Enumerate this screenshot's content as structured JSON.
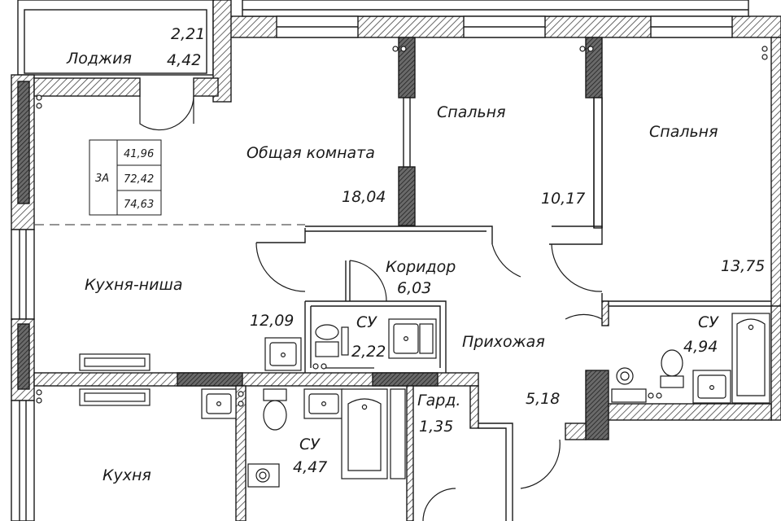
{
  "plan": {
    "apartment": {
      "type": "3А",
      "living_area": "41,96",
      "total_area": "72,42",
      "total_area_with_loggia": "74,63"
    },
    "rooms": {
      "loggia": {
        "name": "Лоджия",
        "area": "2,21",
        "area2": "4,42"
      },
      "living": {
        "name": "Общая комната",
        "area": "18,04"
      },
      "bedroom1": {
        "name": "Спальня",
        "area": "10,17"
      },
      "bedroom2": {
        "name": "Спальня",
        "area": "13,75"
      },
      "kitchen_niche": {
        "name": "Кухня-ниша",
        "area": "12,09"
      },
      "corridor": {
        "name": "Коридор",
        "area": "6,03"
      },
      "wc1": {
        "name": "СУ",
        "area": "2,22"
      },
      "wc2": {
        "name": "СУ",
        "area": "4,94"
      },
      "hall": {
        "name": "Прихожая",
        "area": "5,18"
      },
      "wardrobe": {
        "name": "Гард.",
        "area": "1,35"
      },
      "wc3": {
        "name": "СУ",
        "area": "4,47"
      },
      "kitchen": {
        "name": "Кухня"
      }
    },
    "colors": {
      "wall": "#1a1a1a",
      "hatch": "#555555",
      "background": "#ffffff"
    }
  }
}
